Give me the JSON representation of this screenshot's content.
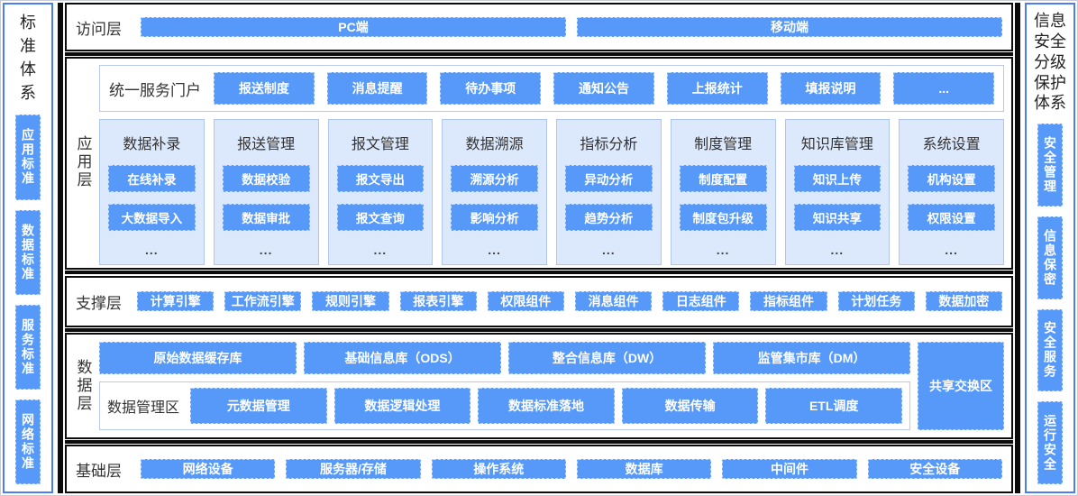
{
  "colors": {
    "blue": "#5699F8",
    "btn_border": "#BEDAFD",
    "col_bg": "#DCE8FB",
    "col_border": "#AFC7F0",
    "panel_border": "#BCC8E9",
    "sidebar_border": "#4E7CF3",
    "black": "#0C0C0C",
    "text_dark": "#333333"
  },
  "left_sidebar": {
    "title": "标准体系",
    "items": [
      "应用标准",
      "数据标准",
      "服务标准",
      "网络标准"
    ]
  },
  "right_sidebar": {
    "title": "信息安全分级保护体系",
    "items": [
      "安全管理",
      "信息保密",
      "安全服务",
      "运行安全"
    ]
  },
  "layers": {
    "access": {
      "label": "访问层",
      "buttons": [
        "PC端",
        "移动端"
      ]
    },
    "application": {
      "label": "应用层",
      "portal": {
        "label": "统一服务门户",
        "buttons": [
          "报送制度",
          "消息提醒",
          "待办事项",
          "通知公告",
          "上报统计",
          "填报说明",
          "..."
        ]
      },
      "columns": [
        {
          "title": "数据补录",
          "buttons": [
            "在线补录",
            "大数据导入"
          ],
          "more": "..."
        },
        {
          "title": "报送管理",
          "buttons": [
            "数据校验",
            "数据审批"
          ],
          "more": "..."
        },
        {
          "title": "报文管理",
          "buttons": [
            "报文导出",
            "报文查询"
          ],
          "more": "..."
        },
        {
          "title": "数据溯源",
          "buttons": [
            "溯源分析",
            "影响分析"
          ],
          "more": "..."
        },
        {
          "title": "指标分析",
          "buttons": [
            "异动分析",
            "趋势分析"
          ],
          "more": "..."
        },
        {
          "title": "制度管理",
          "buttons": [
            "制度配置",
            "制度包升级"
          ],
          "more": "..."
        },
        {
          "title": "知识库管理",
          "buttons": [
            "知识上传",
            "知识共享"
          ],
          "more": "..."
        },
        {
          "title": "系统设置",
          "buttons": [
            "机构设置",
            "权限设置"
          ],
          "more": "..."
        }
      ]
    },
    "support": {
      "label": "支撑层",
      "buttons": [
        "计算引擎",
        "工作流引擎",
        "规则引擎",
        "报表引擎",
        "权限组件",
        "消息组件",
        "日志组件",
        "指标组件",
        "计划任务",
        "数据加密"
      ]
    },
    "data": {
      "label": "数据层",
      "stores": [
        "原始数据缓存库",
        "基础信息库（ODS）",
        "整合信息库（DW）",
        "监管集市库（DM）"
      ],
      "management": {
        "label": "数据管理区",
        "buttons": [
          "元数据管理",
          "数据逻辑处理",
          "数据标准落地",
          "数据传输",
          "ETL调度"
        ]
      },
      "share": "共享交换区"
    },
    "infrastructure": {
      "label": "基础层",
      "buttons": [
        "网络设备",
        "服务器/存储",
        "操作系统",
        "数据库",
        "中间件",
        "安全设备"
      ]
    }
  }
}
